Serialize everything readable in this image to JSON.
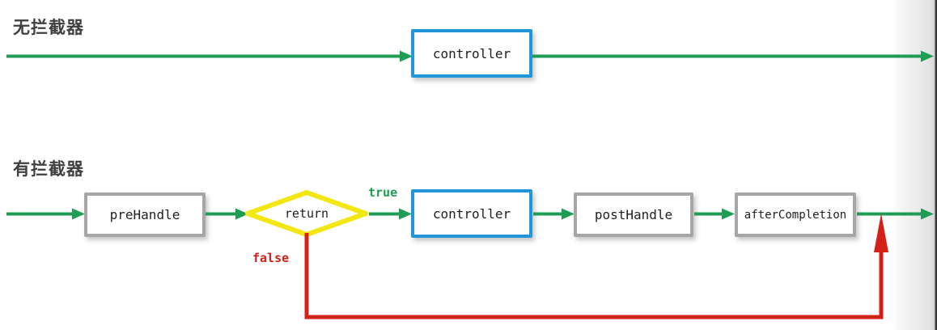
{
  "diagram": {
    "title_no_interceptor": "无拦截器",
    "title_with_interceptor": "有拦截器",
    "colors": {
      "flow_green": "#1f9d55",
      "controller_blue": "#2196d8",
      "node_gray": "#a6a6a6",
      "decision_yellow": "#f2e713",
      "false_red": "#d32118",
      "text_dark": "#1f1f1f",
      "title_gray": "#3f3f3f"
    },
    "row_no_interceptor": {
      "nodes": [
        {
          "id": "controller-top",
          "label": "controller",
          "style": "blue"
        }
      ]
    },
    "row_with_interceptor": {
      "nodes": [
        {
          "id": "preHandle",
          "label": "preHandle",
          "style": "gray"
        },
        {
          "id": "return-decision",
          "label": "return",
          "style": "diamond"
        },
        {
          "id": "controller",
          "label": "controller",
          "style": "blue"
        },
        {
          "id": "postHandle",
          "label": "postHandle",
          "style": "gray"
        },
        {
          "id": "afterCompletion",
          "label": "afterCompletion",
          "style": "gray"
        }
      ],
      "edge_labels": {
        "true": "true",
        "false": "false"
      }
    }
  }
}
